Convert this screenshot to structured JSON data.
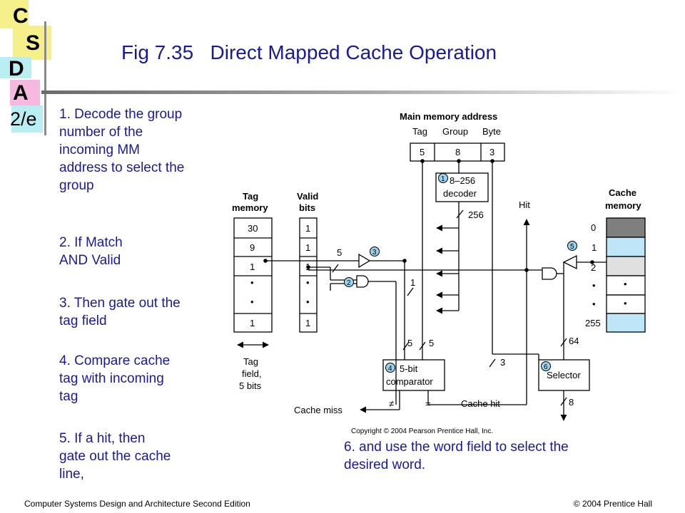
{
  "logo": {
    "c": "C",
    "s": "S",
    "d": "D",
    "a": "A",
    "edition": "2/e"
  },
  "title": "Fig 7.35   Direct Mapped Cache Operation",
  "steps": [
    "1. Decode the group number of the incoming MM address to select the group",
    "2. If Match AND Valid",
    "3. Then gate out the tag field",
    "4. Compare cache tag with incoming tag",
    "5. If a hit, then gate out the cache line,",
    "6. and use the word field to select the desired word."
  ],
  "footer": {
    "left": "Computer Systems Design and Architecture Second Edition",
    "right": "© 2004 Prentice Hall"
  },
  "diagram": {
    "main_memory_address": "Main memory address",
    "fields": [
      "Tag",
      "Group",
      "Byte"
    ],
    "field_widths": [
      "5",
      "8",
      "3"
    ],
    "tag_memory": [
      "Tag",
      "memory"
    ],
    "valid_bits": [
      "Valid",
      "bits"
    ],
    "tag_values": [
      "30",
      "9",
      "1",
      "•",
      "•",
      "1"
    ],
    "valid_values": [
      "1",
      "1",
      "1",
      "•",
      "•",
      "1"
    ],
    "tag_field_note": [
      "Tag",
      "field,",
      "5 bits"
    ],
    "decoder": [
      "8–256",
      "decoder"
    ],
    "comparator": [
      "5-bit",
      "comparator"
    ],
    "selector": "Selector",
    "cache_memory": [
      "Cache",
      "memory"
    ],
    "cache_indices": [
      "0",
      "1",
      "2",
      "•",
      "•",
      "255"
    ],
    "cache_dots": [
      "•",
      "•"
    ],
    "cache_colors": [
      "#7f7f7f",
      "#bfe6f8",
      "#e0e0e0",
      "#ffffff",
      "#ffffff",
      "#bfe6f8"
    ],
    "hit": "Hit",
    "cache_miss": "Cache miss",
    "cache_hit": "Cache hit",
    "not_equal": "≠",
    "equal": "=",
    "bus_labels": {
      "b256": "256",
      "b5a": "5",
      "b1": "1",
      "b5b": "5",
      "b5c": "5",
      "b3": "3",
      "b64": "64",
      "b8": "8"
    },
    "step_markers": [
      "1",
      "2",
      "3",
      "4",
      "5",
      "6"
    ],
    "copyright": "Copyright © 2004 Pearson Prentice Hall, Inc."
  }
}
